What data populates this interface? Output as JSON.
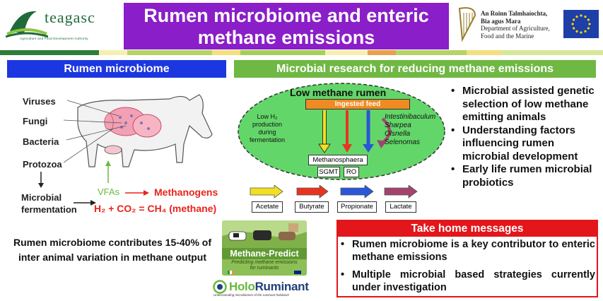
{
  "header": {
    "title": "Rumen microbiome and enteric methane emissions",
    "teagasc_name": "teagasc",
    "teagasc_tagline": "Agriculture and Food Development Authority",
    "dept_irish_line1": "An Roinn Talmhaíochta,",
    "dept_irish_line2": "Bia agus Mara",
    "dept_english_line1": "Department of Agriculture,",
    "dept_english_line2": "Food and the Marine"
  },
  "rumen_section": {
    "heading": "Rumen microbiome",
    "labels": [
      "Viruses",
      "Fungi",
      "Bacteria",
      "Protozoa"
    ],
    "fermentation_line1": "Microbial",
    "fermentation_line2": "fermentation",
    "vfas": "VFAs",
    "methanogens": "Methanogens",
    "equation_left": "H₂  +  CO₂ =",
    "equation_right": "CH₄ (methane)",
    "description": "Rumen microbiome contributes 15-40% of inter animal variation in methane output"
  },
  "research_section": {
    "heading": "Microbial research for reducing methane emissions",
    "ellipse_title": "Low methane rumen",
    "ingested_feed": "Ingested feed",
    "low_h2_line1": "Low H₂",
    "low_h2_line2": "production",
    "low_h2_line3": "during",
    "low_h2_line4": "fermentation",
    "genera": [
      "Intestinibaculum",
      "Sharpea",
      "Olsnella",
      "Selenomas"
    ],
    "methanosphaera": "Methanosphaera",
    "sgmt": "SGMT",
    "ro": "RO",
    "vfa_products": [
      "Acetate",
      "Butyrate",
      "Propionate",
      "Lactate"
    ],
    "bullets": [
      "Microbial assisted genetic selection of low methane emitting animals",
      "Understanding factors influencing rumen microbial development",
      "Early life rumen microbial probiotics"
    ]
  },
  "take_home": {
    "heading": "Take home messages",
    "bullets": [
      "Rumen microbiome is a key contributor to enteric methane emissions",
      "Multiple microbial based strategies currently under investigation"
    ]
  },
  "partners": {
    "methane_predict": "Methane-Predict",
    "methane_predict_sub1": "Predicting methane emissions",
    "methane_predict_sub2": "for ruminants",
    "holo_green": "Holo",
    "holo_blue": "Ruminant",
    "holo_sub": "Understanding microbiomes of the ruminant holobiont"
  },
  "colors": {
    "title_bg": "#8a1ec8",
    "rumen_banner": "#1c36e0",
    "research_banner": "#6fb843",
    "take_home": "#e2161b",
    "ellipse": "#63d66a",
    "arrow_acetate": "#f2e020",
    "arrow_butyrate": "#e8341f",
    "arrow_propionate": "#2a56d8",
    "arrow_lactate": "#a2446e"
  }
}
